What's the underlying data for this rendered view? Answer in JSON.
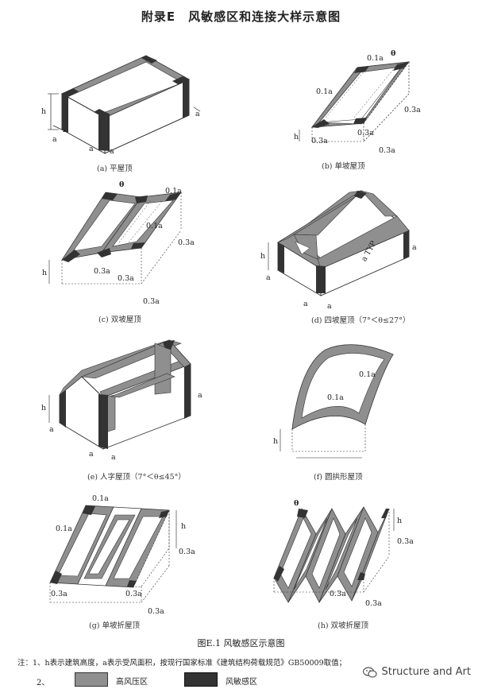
{
  "title": "附录E　风敏感区和连接大样示意图",
  "figures": {
    "a": {
      "caption": "(a) 平屋顶"
    },
    "b": {
      "caption": "(b) 单坡屋顶"
    },
    "c": {
      "caption": "(c) 双坡屋顶"
    },
    "d": {
      "caption": "(d) 四坡屋顶（7°＜θ≤27°）"
    },
    "e": {
      "caption": "(e) 人字屋顶（7°＜θ≤45°）"
    },
    "f": {
      "caption": "(f) 圆拱形屋顶"
    },
    "g": {
      "caption": "(g) 单坡折屋顶"
    },
    "h": {
      "caption": "(h) 双坡折屋顶"
    }
  },
  "labels": {
    "h": "h",
    "a": "a",
    "a01": "0.1a",
    "a03": "0.3a",
    "theta": "θ",
    "typ": "a TYP"
  },
  "figure_caption": "图E.1  风敏感区示意图",
  "note1": "注：1、h表示建筑高度，a表示受风面积，按现行国家标准《建筑结构荷载规范》GB50009取值；",
  "legend": {
    "num": "2、",
    "high": "高风压区",
    "sensitive": "风敏感区",
    "high_color": "#8f8f8f",
    "sensitive_color": "#333333"
  },
  "watermark": "Structure and Art"
}
